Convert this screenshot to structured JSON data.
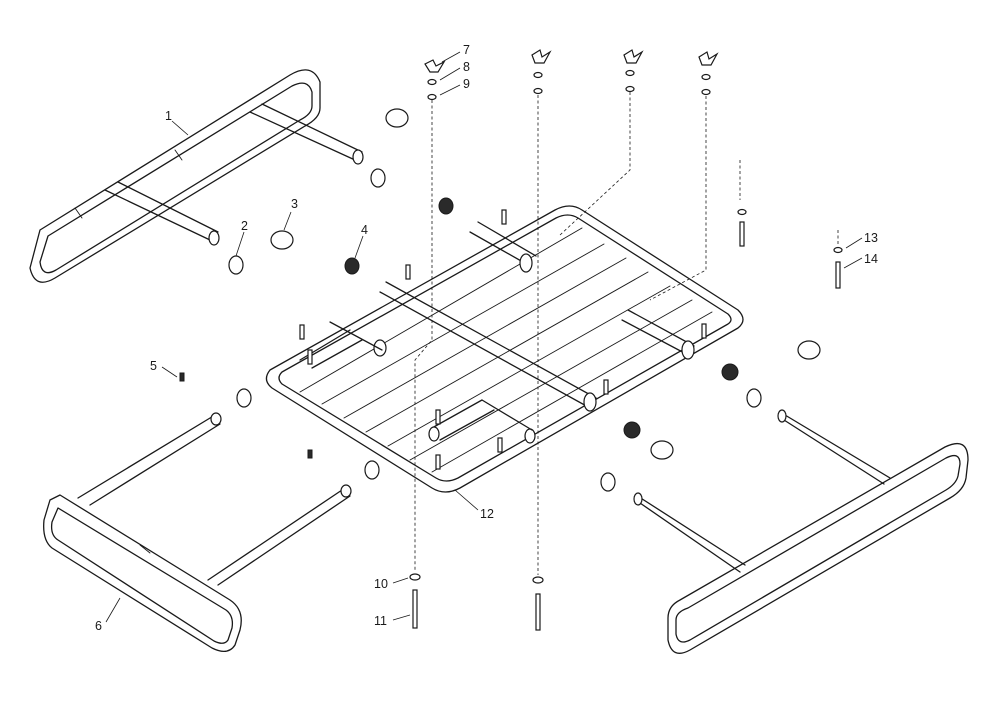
{
  "diagram": {
    "type": "exploded-assembly",
    "callouts": [
      {
        "id": "c1",
        "label": "1"
      },
      {
        "id": "c2",
        "label": "2"
      },
      {
        "id": "c3",
        "label": "3"
      },
      {
        "id": "c4",
        "label": "4"
      },
      {
        "id": "c5",
        "label": "5"
      },
      {
        "id": "c6",
        "label": "6"
      },
      {
        "id": "c7",
        "label": "7"
      },
      {
        "id": "c8",
        "label": "8"
      },
      {
        "id": "c9",
        "label": "9"
      },
      {
        "id": "c10",
        "label": "10"
      },
      {
        "id": "c11",
        "label": "11"
      },
      {
        "id": "c12",
        "label": "12"
      },
      {
        "id": "c13",
        "label": "13"
      },
      {
        "id": "c14",
        "label": "14"
      }
    ]
  }
}
